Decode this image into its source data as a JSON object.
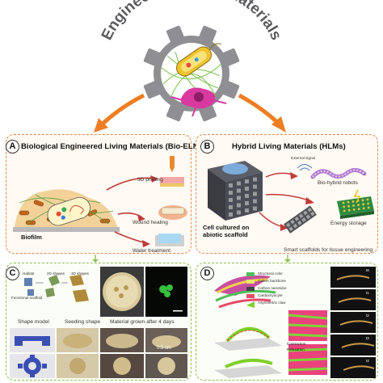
{
  "title": "Engineered Living Materials",
  "panels": {
    "a": {
      "badge": "A",
      "title": "Biological Engineered Living Materials (Bio-ELMs)",
      "biofilm": "Biofilm",
      "apps": [
        "3D printing",
        "Wound healing",
        "Water treatment"
      ]
    },
    "b": {
      "badge": "B",
      "title": "Hybrid Living Materials (HLMs)",
      "cell_label": "Cell cultured on abiotic scaffold",
      "external_signal": "External signal",
      "apps": [
        "Bio-hybrid robots",
        "Energy storage",
        "Smart scaffolds for tissue engineering"
      ]
    },
    "c": {
      "badge": "C",
      "captions": [
        "Shape model",
        "Seeding shape",
        "Material grown after 4 days"
      ],
      "schematic_labels": [
        "Habitat",
        "2D shapes",
        "3D shapes",
        "Functional scaffold"
      ],
      "scale_bar": "0.5 cm"
    },
    "d": {
      "badge": "D",
      "legend": [
        "Structural color",
        "GelMA backbone",
        "Carbon nanotube",
        "Cardiomyocyte",
        "Asymmetric claw"
      ],
      "contraction": "Contraction",
      "relaxation": "Relaxation",
      "time_labels": [
        "t0",
        "t1",
        "t2",
        "t3",
        "t4"
      ]
    }
  },
  "colors": {
    "gear": "#8f8f93",
    "arrow_orange": "#ef7d22",
    "panel_border_orange": "#e8894a",
    "panel_border_green": "#8cc04f"
  }
}
